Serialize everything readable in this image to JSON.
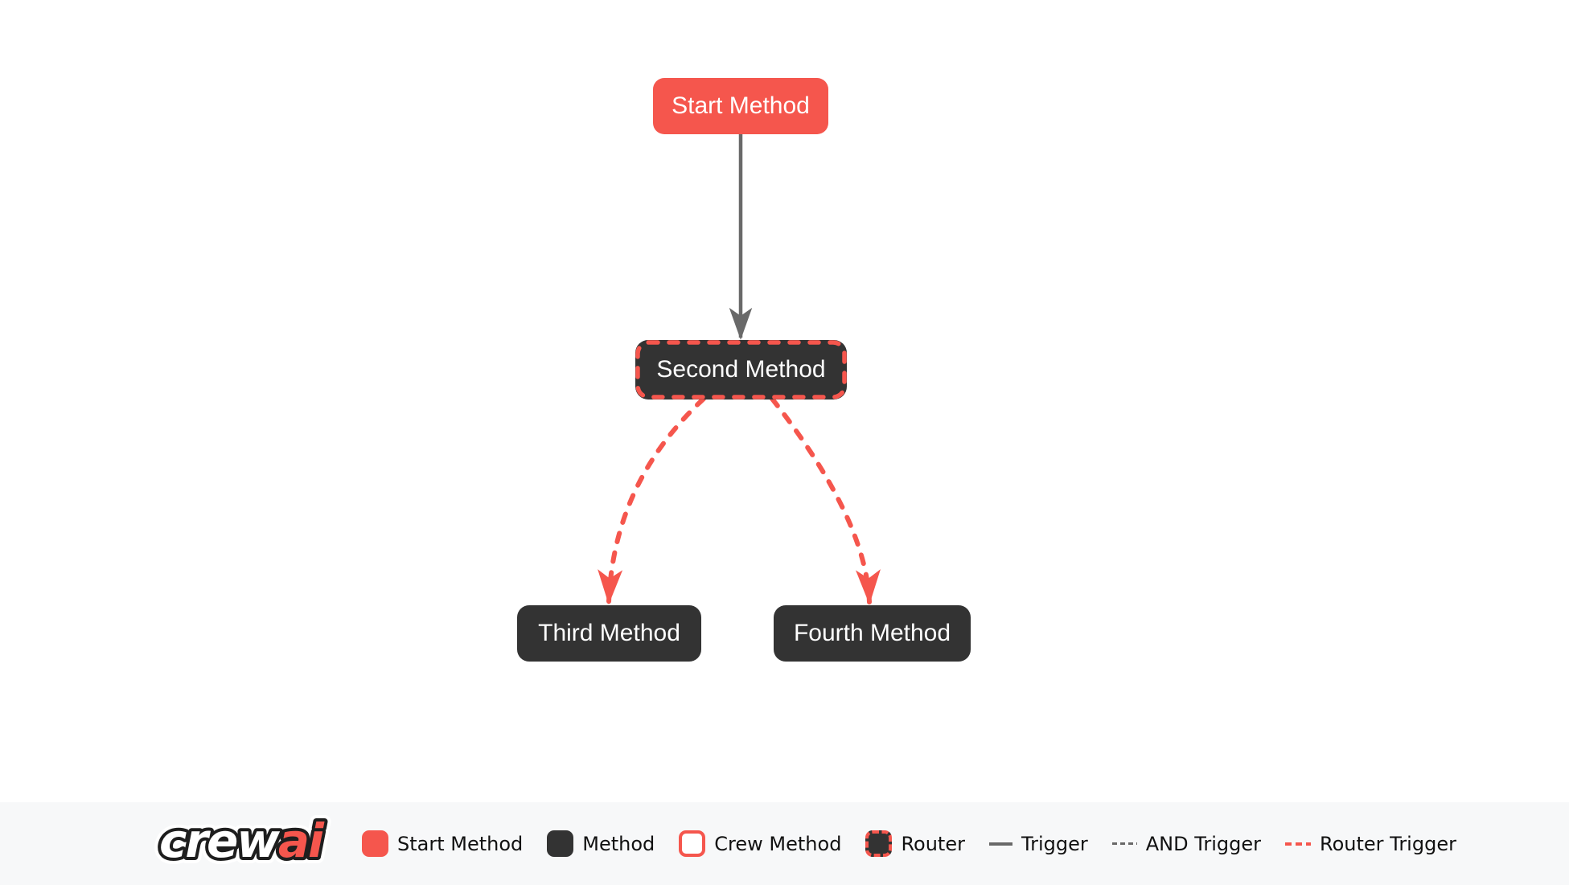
{
  "diagram": {
    "nodes": [
      {
        "label": "Start Method",
        "type": "start-method"
      },
      {
        "label": "Second Method",
        "type": "router"
      },
      {
        "label": "Third Method",
        "type": "method"
      },
      {
        "label": "Fourth Method",
        "type": "method"
      }
    ],
    "edges": [
      {
        "from": "Start Method",
        "to": "Second Method",
        "type": "trigger"
      },
      {
        "from": "Second Method",
        "to": "Third Method",
        "type": "router-trigger"
      },
      {
        "from": "Second Method",
        "to": "Fourth Method",
        "type": "router-trigger"
      }
    ]
  },
  "legend": {
    "logo": {
      "full": "crewai",
      "crew": "crew",
      "ai": "ai"
    },
    "items": [
      {
        "label": "Start Method",
        "swatch": "start-node-swatch"
      },
      {
        "label": "Method",
        "swatch": "method-node-swatch"
      },
      {
        "label": "Crew Method",
        "swatch": "crew-node-swatch"
      },
      {
        "label": "Router",
        "swatch": "router-node-swatch"
      },
      {
        "label": "Trigger",
        "swatch": "solid-gray-line"
      },
      {
        "label": "AND Trigger",
        "swatch": "dashed-gray-line"
      },
      {
        "label": "Router Trigger",
        "swatch": "dashed-red-line"
      }
    ]
  },
  "colors": {
    "red": "#f5564d",
    "dark": "#333333",
    "edge_gray": "#696969",
    "legend_bg": "#f7f8f9",
    "legend_text": "#111111",
    "text_light": "#ffffff",
    "canvas_bg": "#ffffff"
  }
}
